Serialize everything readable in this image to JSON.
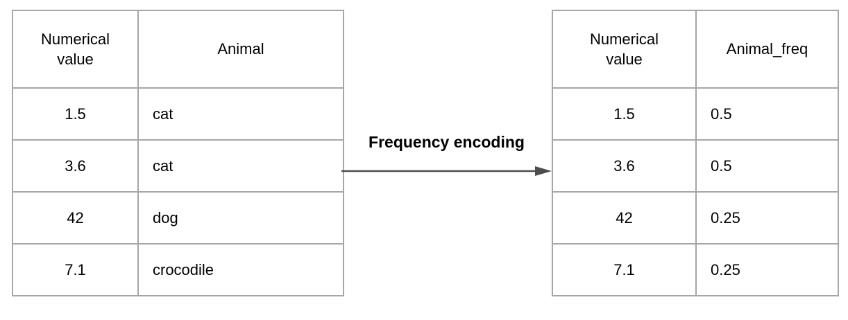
{
  "arrow": {
    "label": "Frequency encoding"
  },
  "left_table": {
    "headers": [
      "Numerical value",
      "Animal"
    ],
    "rows": [
      [
        "1.5",
        "cat"
      ],
      [
        "3.6",
        "cat"
      ],
      [
        "42",
        "dog"
      ],
      [
        "7.1",
        "crocodile"
      ]
    ]
  },
  "right_table": {
    "headers": [
      "Numerical value",
      "Animal_freq"
    ],
    "rows": [
      [
        "1.5",
        "0.5"
      ],
      [
        "3.6",
        "0.5"
      ],
      [
        "42",
        "0.25"
      ],
      [
        "7.1",
        "0.25"
      ]
    ]
  },
  "colors": {
    "background": "#ffffff",
    "text": "#000000",
    "border": "#a6a6a6",
    "arrow": "#4d4d4d"
  }
}
